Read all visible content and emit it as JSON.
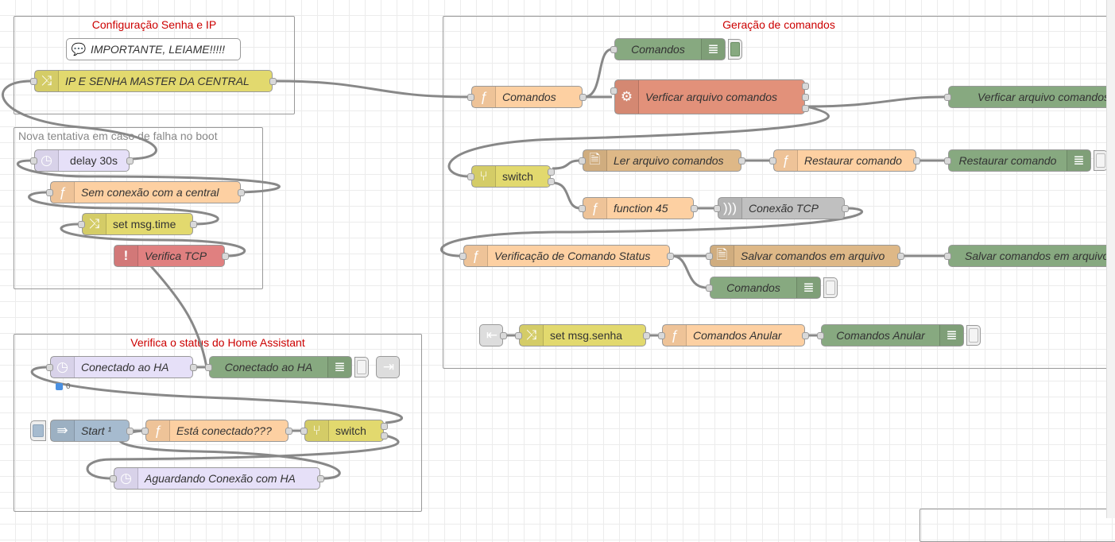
{
  "groups": [
    {
      "label": "Configuração Senha e IP"
    },
    {
      "label": "Nova tentativa em caso de falha no boot"
    },
    {
      "label": "Verifica o status do Home Assistant"
    },
    {
      "label": "Geração de comandos"
    }
  ],
  "comment": {
    "label": "IMPORTANTE, LEIAME!!!!!",
    "icon": "speech-bubble-icon"
  },
  "nodes": {
    "ip_senha": {
      "label": "IP E SENHA MASTER DA CENTRAL",
      "icon": "shuffle-icon",
      "color": "#e2d96e"
    },
    "delay30": {
      "label": "delay 30s",
      "icon": "timer-icon",
      "color": "#e6e0f8"
    },
    "sem_conexao": {
      "label": "Sem conexão com a central",
      "icon": "function-icon",
      "color": "#fdd0a2"
    },
    "set_time": {
      "label": "set msg.time",
      "icon": "shuffle-icon",
      "color": "#e2d96e"
    },
    "verifica_tcp": {
      "label": "Verifica TCP",
      "icon": "alert-icon",
      "color": "#e08080"
    },
    "conectado_trigger": {
      "label": "Conectado ao HA",
      "icon": "timer-icon",
      "color": "#e6e0f8"
    },
    "conectado_debug": {
      "label": "Conectado ao HA",
      "icon": "list-icon",
      "color": "#87a980"
    },
    "start": {
      "label": "Start ¹",
      "icon": "inject-icon",
      "color": "#a6bbcf"
    },
    "esta_conectado": {
      "label": "Está conectado???",
      "icon": "function-icon",
      "color": "#fdd0a2"
    },
    "switch_ha": {
      "label": "switch",
      "icon": "switch-icon",
      "color": "#e2d96e"
    },
    "aguardando": {
      "label": "Aguardando Conexão com HA",
      "icon": "timer-icon",
      "color": "#e6e0f8"
    },
    "comandos_fn": {
      "label": "Comandos",
      "icon": "function-icon",
      "color": "#fdd0a2"
    },
    "comandos_debug1": {
      "label": "Comandos",
      "icon": "list-icon",
      "color": "#87a980"
    },
    "verificar_exec": {
      "label": "Verficar arquivo comandos",
      "icon": "gear-icon",
      "color": "#e2917a"
    },
    "verificar_debug": {
      "label": "Verficar arquivo comandos",
      "color": "#87a980"
    },
    "switch_cmd": {
      "label": "switch",
      "icon": "switch-icon",
      "color": "#e2d96e"
    },
    "ler_arquivo": {
      "label": "Ler arquivo comandos",
      "icon": "file-in-icon",
      "color": "#deb887"
    },
    "restaurar_fn": {
      "label": "Restaurar comando",
      "icon": "function-icon",
      "color": "#fdd0a2"
    },
    "restaurar_debug": {
      "label": "Restaurar comando",
      "icon": "list-icon",
      "color": "#87a980"
    },
    "function45": {
      "label": "function 45",
      "icon": "function-icon",
      "color": "#fdd0a2"
    },
    "conexao_tcp": {
      "label": "Conexão TCP",
      "icon": "tcp-icon",
      "color": "#c0c0c0"
    },
    "verificacao_status": {
      "label": "Verificação de Comando Status",
      "icon": "function-icon",
      "color": "#fdd0a2"
    },
    "salvar_file": {
      "label": "Salvar comandos em arquivo",
      "icon": "file-out-icon",
      "color": "#deb887"
    },
    "salvar_debug": {
      "label": "Salvar comandos em arquivo",
      "color": "#87a980"
    },
    "comandos_debug2": {
      "label": "Comandos",
      "icon": "list-icon",
      "color": "#87a980"
    },
    "set_senha": {
      "label": "set msg.senha",
      "icon": "shuffle-icon",
      "color": "#e2d96e"
    },
    "comandos_anular_fn": {
      "label": "Comandos Anular",
      "icon": "function-icon",
      "color": "#fdd0a2"
    },
    "comandos_anular_debug": {
      "label": "Comandos Anular",
      "icon": "list-icon",
      "color": "#87a980"
    }
  },
  "status": {
    "text": "0"
  }
}
